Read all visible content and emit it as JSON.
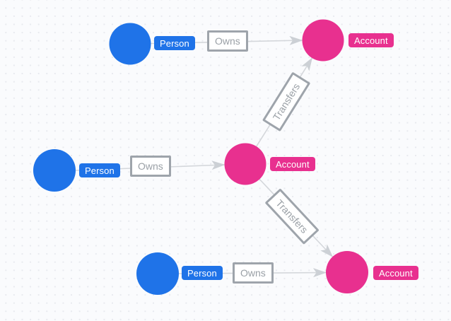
{
  "canvas": {
    "background": "#fafbfd",
    "dot_color": "#e8eaef"
  },
  "colors": {
    "person_node": "#1f73e8",
    "person_badge": "#1f73e8",
    "account_node": "#e8308f",
    "account_badge": "#e8308f",
    "badge_text": "#ffffff",
    "edge": "#d4d7db",
    "arrow": "#ccd0d5",
    "rel_box_border": "#9ea4ab",
    "rel_box_text": "#9aa0a6",
    "rel_box_bg": "#ffffff"
  },
  "graph": {
    "node_types": [
      {
        "name": "Person",
        "color": "#1f73e8"
      },
      {
        "name": "Account",
        "color": "#e8308f"
      }
    ],
    "nodes": [
      {
        "id": "person-top",
        "type": "Person",
        "label": "Person"
      },
      {
        "id": "account-top",
        "type": "Account",
        "label": "Account"
      },
      {
        "id": "person-middle",
        "type": "Person",
        "label": "Person"
      },
      {
        "id": "account-middle",
        "type": "Account",
        "label": "Account"
      },
      {
        "id": "person-bottom",
        "type": "Person",
        "label": "Person"
      },
      {
        "id": "account-bottom",
        "type": "Account",
        "label": "Account"
      }
    ],
    "edges": [
      {
        "from": "person-top",
        "to": "account-top",
        "label": "Owns"
      },
      {
        "from": "person-middle",
        "to": "account-middle",
        "label": "Owns"
      },
      {
        "from": "person-bottom",
        "to": "account-bottom",
        "label": "Owns"
      },
      {
        "from": "account-middle",
        "to": "account-top",
        "label": "Transfers"
      },
      {
        "from": "account-middle",
        "to": "account-bottom",
        "label": "Transfers"
      }
    ]
  }
}
